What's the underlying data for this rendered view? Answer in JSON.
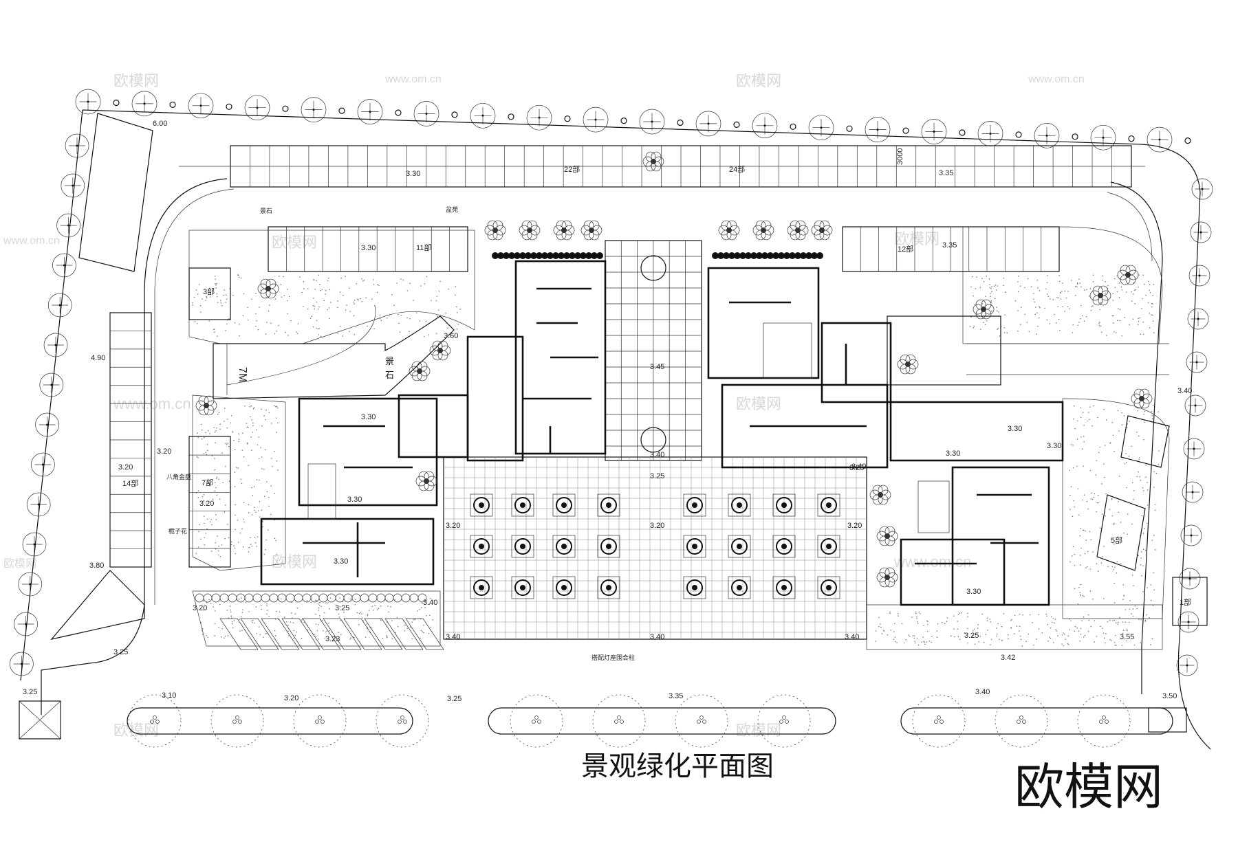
{
  "title": "景观绿化平面图",
  "logo": "欧模网",
  "watermarks": [
    "欧模网",
    "www.om.cn",
    "欧模网",
    "www.om.cn",
    "www.om.cn",
    "欧模网",
    "欧模网",
    "www.om.cn",
    "欧模网",
    "欧模网",
    "欧模网",
    "www.om.cn",
    "欧模网",
    "欧模网"
  ],
  "labels": {
    "top_left_width": "6.00",
    "top_lot_elev_left": "3.30",
    "top_lot_count_left": "22部",
    "top_lot_count_right": "24部",
    "top_lot_dim": "3000",
    "top_lot_elev_right": "3.35",
    "jingshi": "景石",
    "penjing": "盆苑",
    "lot11_elev": "3.30",
    "lot11_count": "11部",
    "lot12_count": "12部",
    "lot12_elev": "3.35",
    "lot3_count": "3部",
    "west_width": "4.90",
    "ramp_elev": "3.60",
    "ramp_width": "7M",
    "jing_shi_vertical_1": "景",
    "jing_shi_vertical_2": "石",
    "plaza_elev_north": "3.45",
    "bldg_left_elev_1": "3.30",
    "bldg_left_elev_2": "3.30",
    "bldg_left_elev_3": "3.30",
    "lot14_elev_a": "3.20",
    "lot14_elev_b": "3.20",
    "lot14_count": "14部",
    "lot7_label": "八角金盘",
    "lot7_count": "7部",
    "lot7_elev": "3.20",
    "zhizihua": "栀子花",
    "lot_sw_elev": "3.80",
    "plaza_entry_elev": "3.40",
    "plaza_elev_1": "3.25",
    "plaza_elev_2": "3.25",
    "plaza_elev_3": "3.20",
    "plaza_elev_4": "3.20",
    "plaza_elev_5": "3.20",
    "plaza_elev_6": "3.40",
    "plaza_elev_7": "3.40",
    "plaza_elev_8": "3.40",
    "plaza_elev_9": "3.40",
    "plaza_elev_10": "3.40",
    "right_bldg_elev_1": "3.30",
    "right_bldg_elev_2": "3.30",
    "right_bldg_elev_3": "3.30",
    "right_bldg_elev_4": "3.30",
    "east_elev": "3.40",
    "lot5_count": "5部",
    "lot1_count": "1部",
    "south_elev_1": "3.25",
    "south_elev_2": "3.23",
    "south_elev_3": "3.25",
    "south_elev_4": "3.42",
    "south_elev_5": "3.55",
    "south_elev_6": "3.20",
    "sw_corner_1": "3.25",
    "sw_corner_2": "3.25",
    "road_elev_1": "3.10",
    "road_elev_2": "3.20",
    "road_elev_3": "3.25",
    "road_elev_4": "3.35",
    "road_elev_5": "3.40",
    "road_elev_6": "3.50",
    "entry_note": "搭配灯座围合柱"
  }
}
